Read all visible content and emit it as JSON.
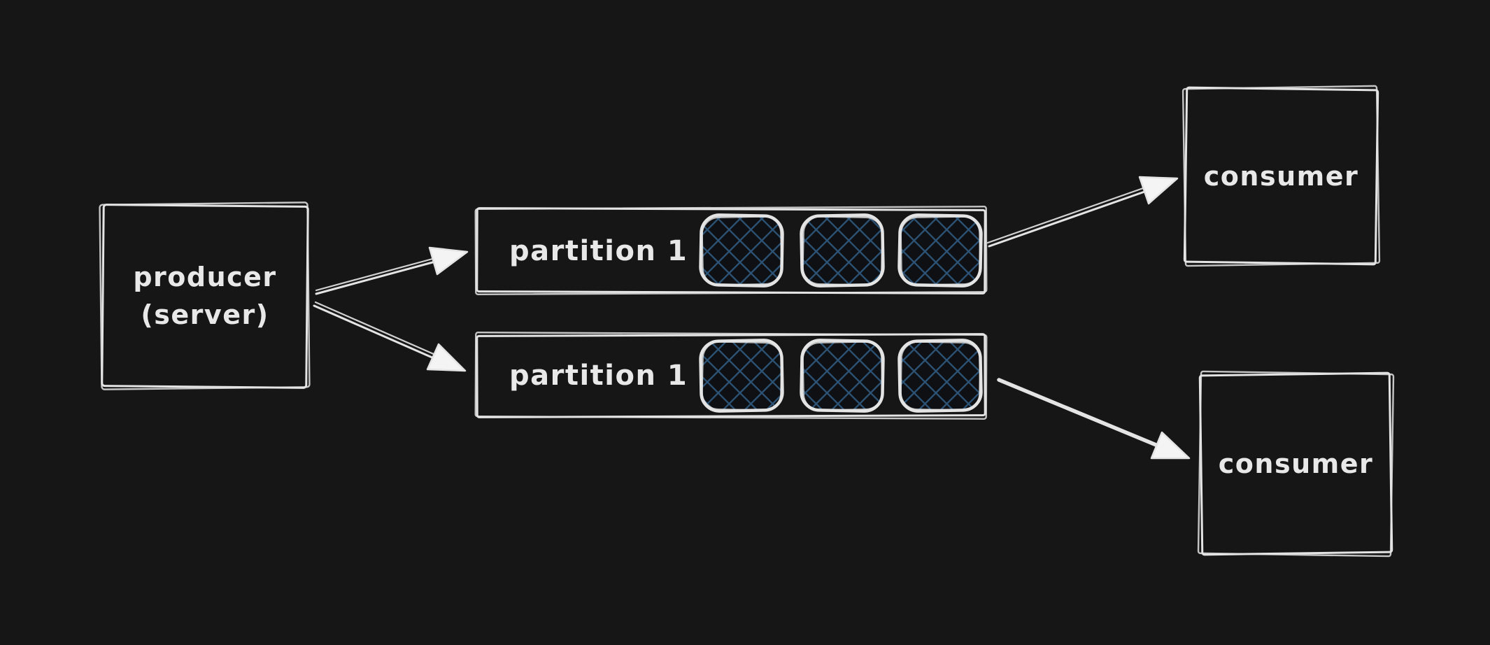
{
  "canvas": {
    "background": "#161616",
    "stroke": "#e4e4e4",
    "text": "#e8e8e8",
    "hatch": "#2d5477",
    "arrowhead": "#f4f4f4"
  },
  "producer": {
    "line1": "producer",
    "line2": "(server)"
  },
  "partitions": [
    {
      "label": "partition 1",
      "message_blocks": 3
    },
    {
      "label": "partition 1",
      "message_blocks": 3
    }
  ],
  "consumers": [
    {
      "label": "consumer"
    },
    {
      "label": "consumer"
    }
  ]
}
